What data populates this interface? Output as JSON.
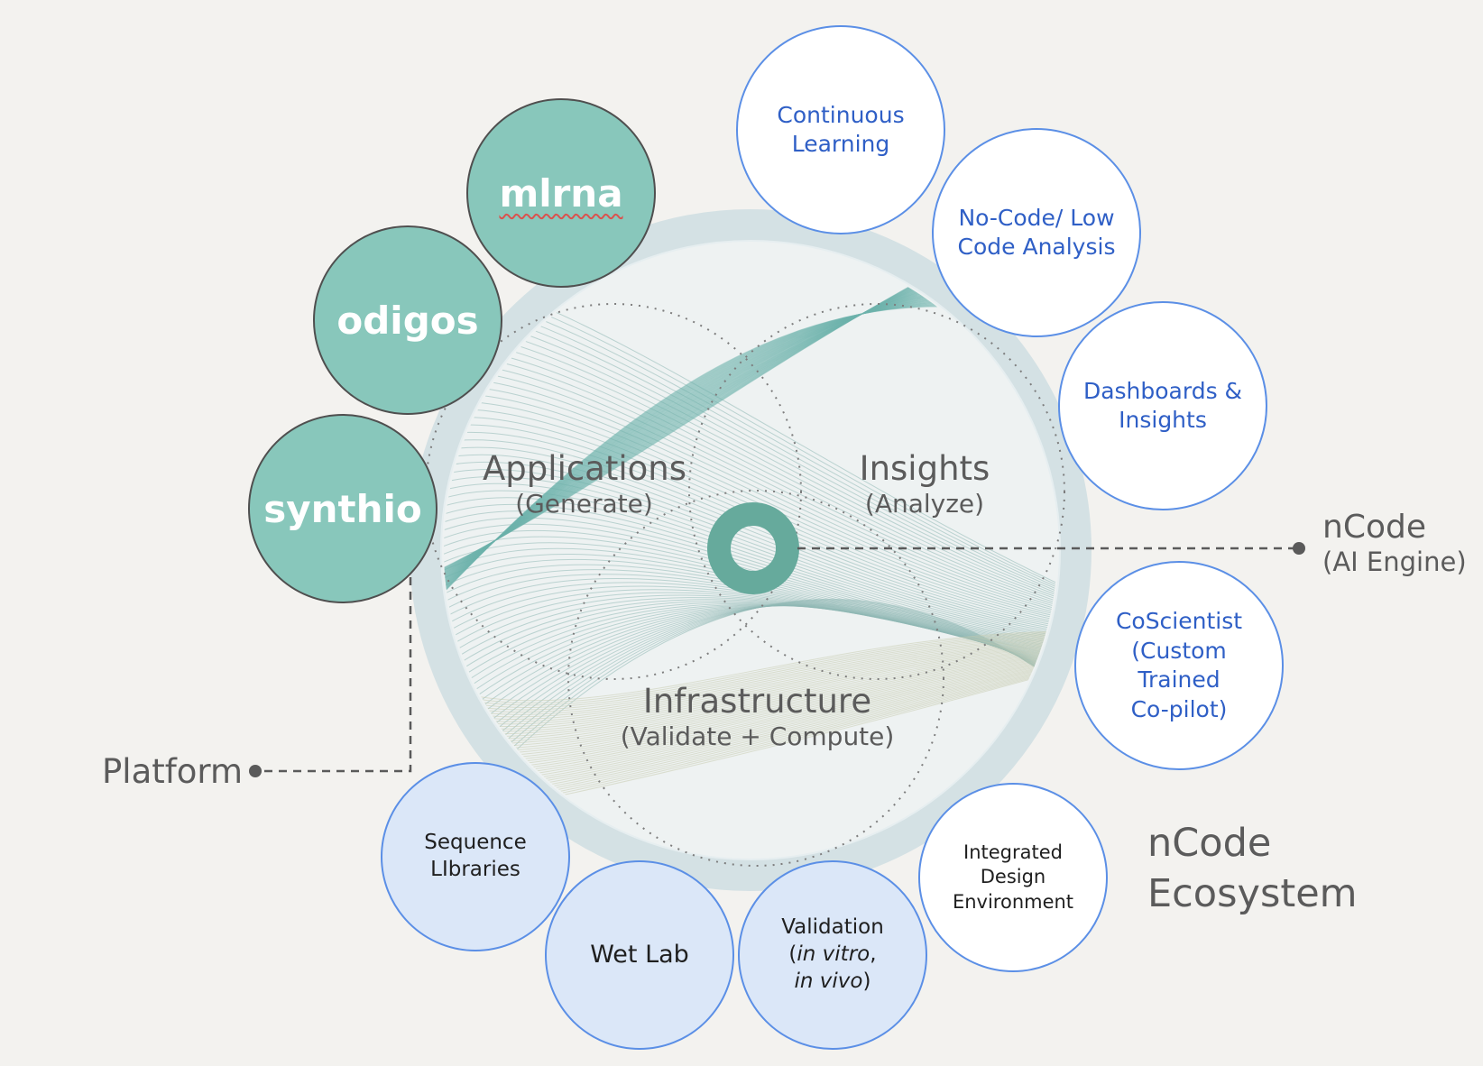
{
  "sectors": {
    "applications": {
      "title": "Applications",
      "subtitle": "(Generate)"
    },
    "insights": {
      "title": "Insights",
      "subtitle": "(Analyze)"
    },
    "infrastructure": {
      "title": "Infrastructure",
      "subtitle": "(Validate + Compute)"
    }
  },
  "products": {
    "mlrna": "mlrna",
    "odigos": "odigos",
    "synthio": "synthio"
  },
  "features": {
    "continuous_learning": {
      "line1": "Continuous",
      "line2": "Learning"
    },
    "no_code": {
      "line1": "No-Code/ Low",
      "line2": "Code Analysis"
    },
    "dashboards": {
      "line1": "Dashboards &",
      "line2": "Insights"
    },
    "coscientist": {
      "line1": "CoScientist",
      "line2": "(Custom",
      "line3": "Trained",
      "line4": "Co-pilot)"
    },
    "ide": {
      "line1": "Integrated",
      "line2": "Design",
      "line3": "Environment"
    }
  },
  "lab": {
    "sequence_libraries": {
      "line1": "Sequence",
      "line2": "LIbraries"
    },
    "wet_lab": "Wet Lab",
    "validation": {
      "line1": "Validation",
      "open": "(",
      "invitro": "in vitro",
      "comma": ",",
      "invivo": "in vivo",
      "close": ")"
    }
  },
  "labels": {
    "platform": "Platform",
    "ncode_title": "nCode",
    "ncode_sub": "(AI Engine)",
    "ecosystem_line1": "nCode",
    "ecosystem_line2": "Ecosystem"
  },
  "colors": {
    "background": "#f3f2ef",
    "ring": "#d4e1e4",
    "teal": "#88c7bb",
    "teal_core": "#66aa9c",
    "blue_outline": "#5b8fe6",
    "blue_text": "#2f5fc6",
    "light_blue_fill": "#dbe7f8",
    "gray_text": "#5b5b5b"
  }
}
